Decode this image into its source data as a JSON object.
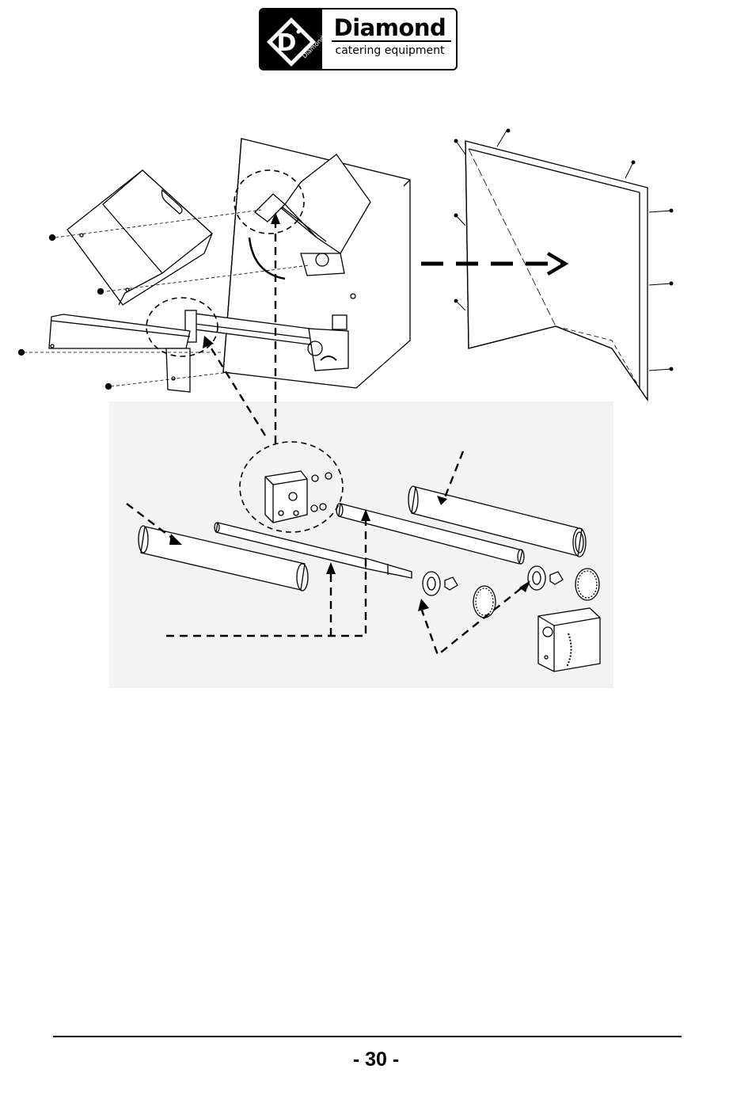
{
  "header": {
    "brand_name": "Diamond",
    "brand_tagline": "catering equipment",
    "logo_mark_text": "D",
    "logo_mark_small_text": "Diamond"
  },
  "figure": {
    "icons": [
      "machine-body",
      "side-cover-panel",
      "roller",
      "gear-wheel",
      "bearing-block",
      "screw",
      "dashed-arrow"
    ]
  },
  "footer": {
    "page_number": "- 30 -"
  }
}
